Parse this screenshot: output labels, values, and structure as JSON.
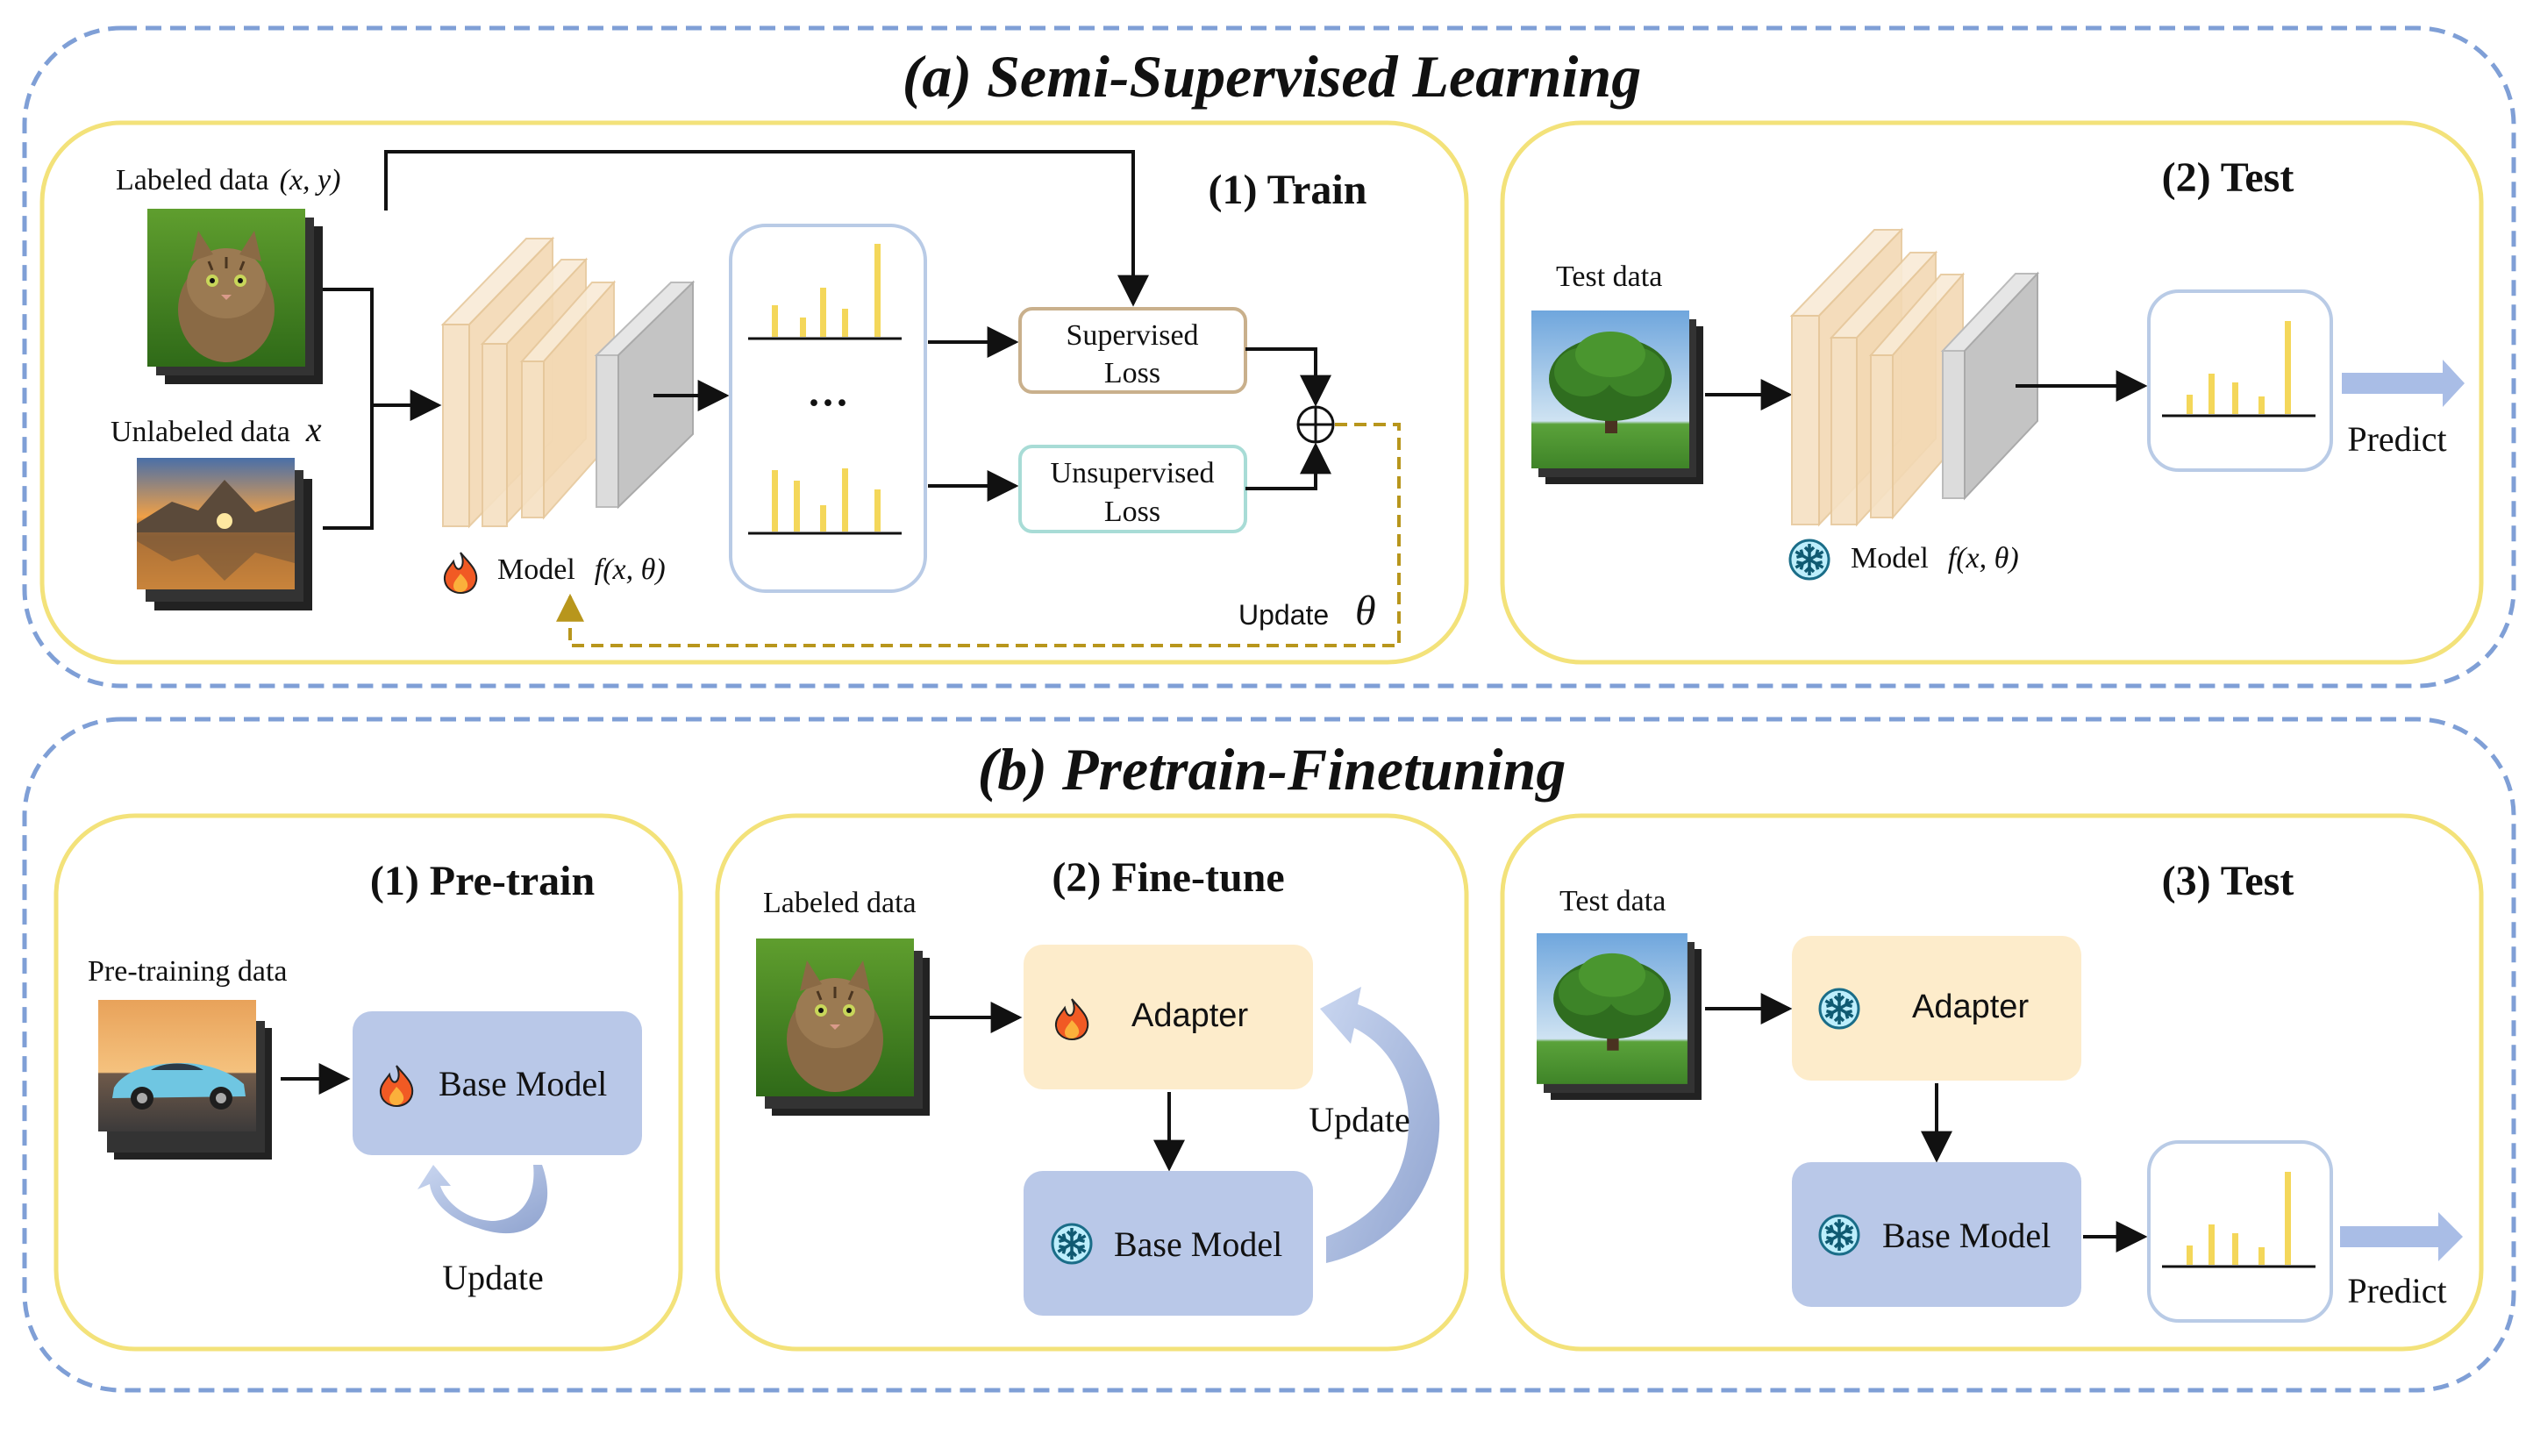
{
  "section_a": {
    "title": "(a) Semi-Supervised Learning",
    "train": {
      "title": "(1) Train",
      "labeled_data": "Labeled data",
      "labeled_math": "(x, y)",
      "unlabeled_data": "Unlabeled data",
      "unlabeled_math": "x",
      "model_label": "Model",
      "model_math": "f(x, θ)",
      "dots": "···",
      "supervised_loss": [
        "Supervised",
        "Loss"
      ],
      "unsupervised_loss": [
        "Unsupervised",
        "Loss"
      ],
      "plus": "⊕",
      "update_label": "Update",
      "update_math": "θ"
    },
    "test": {
      "title": "(2) Test",
      "test_data": "Test data",
      "model_label": "Model",
      "model_math": "f(x, θ)",
      "predict": "Predict"
    }
  },
  "section_b": {
    "title": "(b) Pretrain-Finetuning",
    "pretrain": {
      "title": "(1) Pre-train",
      "data_label": "Pre-training data",
      "base_model": "Base Model",
      "update": "Update"
    },
    "finetune": {
      "title": "(2) Fine-tune",
      "data_label": "Labeled data",
      "adapter": "Adapter",
      "base_model": "Base Model",
      "update": "Update"
    },
    "test": {
      "title": "(3) Test",
      "data_label": "Test data",
      "adapter": "Adapter",
      "base_model": "Base Model",
      "predict": "Predict"
    }
  },
  "icons": {
    "trainable": "fire-icon",
    "frozen": "snowflake-icon"
  },
  "colors": {
    "outer_dash": "#7f9fd6",
    "panel_border": "#f3e27a",
    "bar": "#f4d75a",
    "model_layer": "#f6e1c3",
    "model_out": "#c4c4c4",
    "adapter": "#fdeccb",
    "base_model": "#b9c8e8",
    "update_dash": "#b8961c",
    "predict_arrow": "#a9bde6",
    "supervised_border": "#c9b08c",
    "unsupervised_border": "#a8dcd6"
  }
}
